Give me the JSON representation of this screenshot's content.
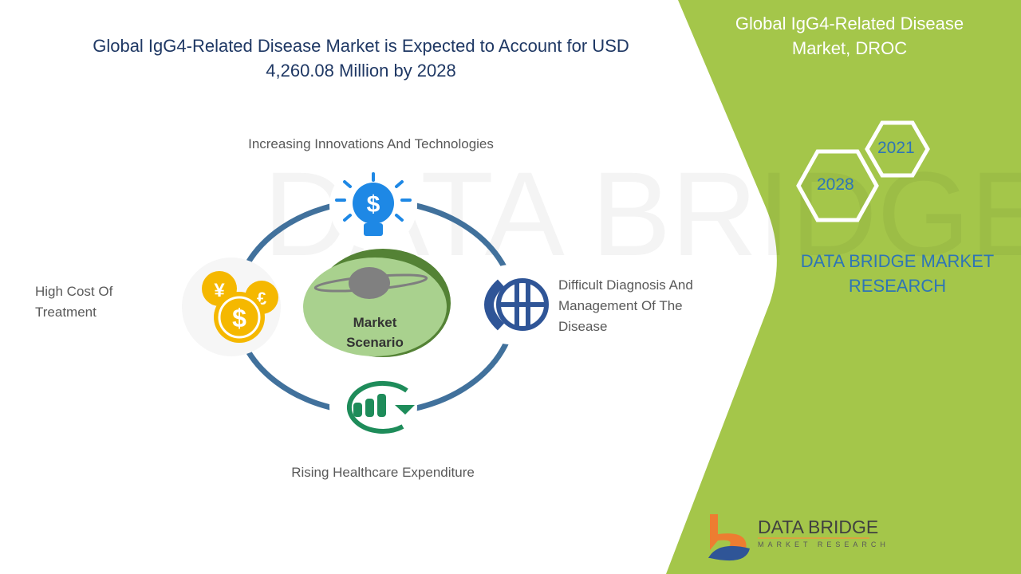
{
  "title": "Global IgG4-Related Disease Market is Expected to Account for USD 4,260.08 Million by 2028",
  "right_panel": {
    "title": "Global IgG4-Related Disease Market, DROC",
    "years": [
      "2021",
      "2028"
    ],
    "company": "DATA BRIDGE MARKET RESEARCH"
  },
  "center": {
    "line1": "Market",
    "line2": "Scenario"
  },
  "factors": {
    "top": "Increasing Innovations And Technologies",
    "right": "Difficult Diagnosis And Management Of The Disease",
    "bottom": "Rising Healthcare Expenditure",
    "left": "High Cost Of Treatment"
  },
  "logo": {
    "name": "DATA BRIDGE",
    "sub": "MARKET RESEARCH"
  },
  "colors": {
    "green": "#a4c64a",
    "ring": "#41719c",
    "navy": "#1f3864"
  }
}
